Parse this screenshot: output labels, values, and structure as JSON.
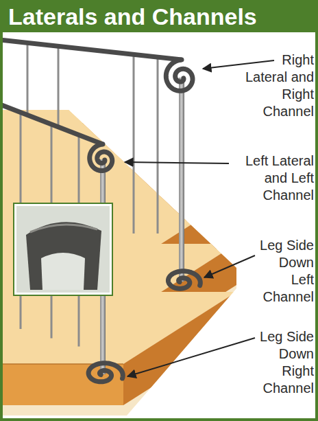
{
  "diagram": {
    "title": "Laterals and Channels",
    "labels": [
      "Right Lateral and Right Channel",
      "Left Lateral and Left Channel",
      "Leg Side Down Left Channel",
      "Leg Side Down Right Channel"
    ]
  }
}
